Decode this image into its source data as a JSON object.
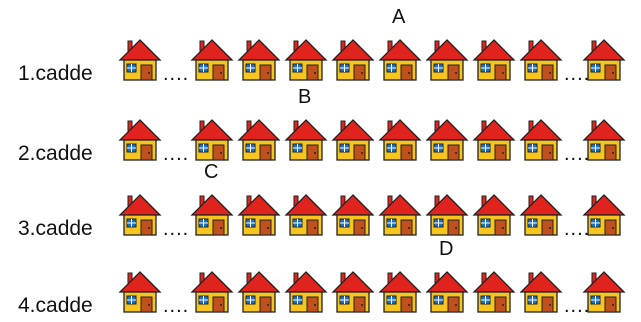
{
  "streets": [
    {
      "label": "1.cadde",
      "marker": "A",
      "marker_after_house": 6
    },
    {
      "label": "2.cadde",
      "marker": "B",
      "marker_after_house": 4
    },
    {
      "label": "3.cadde",
      "marker": "C",
      "marker_after_house": 2
    },
    {
      "label": "4.cadde",
      "marker": "D",
      "marker_after_house": 7
    }
  ],
  "gap_text": "....",
  "houses_per_street": 10,
  "icon": "house-icon",
  "colors": {
    "roof": "#e0231c",
    "wall": "#f7c51e",
    "door": "#c0501c",
    "window": "#1a73c8",
    "outline": "#222222"
  }
}
